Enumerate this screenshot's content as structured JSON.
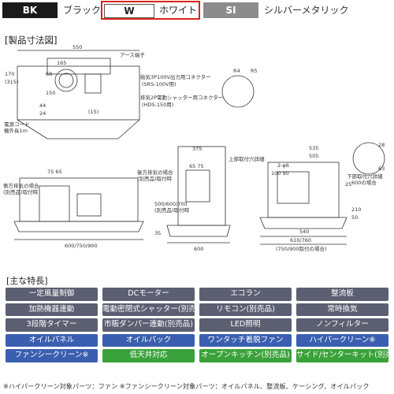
{
  "colors": {
    "options": [
      {
        "code": "BK",
        "name": "ブラック"
      },
      {
        "code": "W",
        "name": "ホワイト"
      },
      {
        "code": "SI",
        "name": "シルバーメタリック"
      }
    ],
    "selected": "W",
    "selected_border": "#d9241c"
  },
  "dimensions": {
    "title": "[製品寸法図]",
    "labels": {
      "top_width": "550",
      "earth": "アース端子",
      "d165": "165",
      "d68": "68",
      "d315": "(315)",
      "d170": "170",
      "d150": "150",
      "d44": "44",
      "d24": "24",
      "d15": "(15)",
      "connector1a": "給気3P100V出力用コネクター",
      "connector1b": "(SRS-100V用)",
      "connector2a": "排気2P電動シャッター用コネクター",
      "connector2b": "(HDS-150用)",
      "cord": "電源コード",
      "cord2": "機外長1m",
      "d75_65": "75 65",
      "d65_75": "65 75",
      "d375": "375",
      "side_duct": "側方排気の場合",
      "side_duct2": "(別売品)取付時",
      "back_duct": "後方排気の場合",
      "back_duct2": "(別売品)取付時",
      "h_range": "500/600/700",
      "h_range2": "(別売品)取付時",
      "d600_750_900": "600/750/900",
      "d600": "600",
      "d35": "35",
      "d535": "535",
      "d505": "505",
      "d2_6": "2-φ6",
      "d100_90": "100 90",
      "d25": "25",
      "hole_top": "上部取付穴詳細",
      "hole_bottom": "下部取付穴詳細",
      "hole_bottom2": "600の場合",
      "d540": "540",
      "d610": "610/760",
      "d750_900": "(750/900取付の場合)",
      "d210": "210",
      "d50": "50",
      "d28": "28",
      "d63": "63",
      "r4": "R4",
      "r5": "R5"
    }
  },
  "features": {
    "title": "[主な特長]",
    "items": [
      {
        "label": "一定風量制御",
        "style": "grey"
      },
      {
        "label": "DCモーター",
        "style": "grey"
      },
      {
        "label": "エコラン",
        "style": "grey"
      },
      {
        "label": "整流板",
        "style": "grey"
      },
      {
        "label": "加熱機器連動",
        "style": "grey"
      },
      {
        "label": "電動密閉式シャッター(別売品)",
        "style": "grey"
      },
      {
        "label": "リモコン(別売品)",
        "style": "grey"
      },
      {
        "label": "常時換気",
        "style": "grey"
      },
      {
        "label": "3段階タイマー",
        "style": "grey"
      },
      {
        "label": "市販ダンパー連動(別売品)",
        "style": "grey"
      },
      {
        "label": "LED照明",
        "style": "grey"
      },
      {
        "label": "ノンフィルター",
        "style": "grey"
      },
      {
        "label": "オイルパネル",
        "style": "blue"
      },
      {
        "label": "オイルパック",
        "style": "blue"
      },
      {
        "label": "ワンタッチ着脱ファン",
        "style": "blue"
      },
      {
        "label": "ハイパークリーン※",
        "style": "blue"
      },
      {
        "label": "ファンシークリーン※",
        "style": "blue"
      },
      {
        "label": "低天井対応",
        "style": "green"
      },
      {
        "label": "オープンキッチン(別売品)",
        "style": "green"
      },
      {
        "label": "サイド/センターキット(別売品)",
        "style": "green"
      }
    ],
    "footnote": "※ハイパークリーン対象パーツ：ファン ※ファンシークリーン対象パーツ：オイルパネル、整流板、ケーシング、オイルパック"
  }
}
